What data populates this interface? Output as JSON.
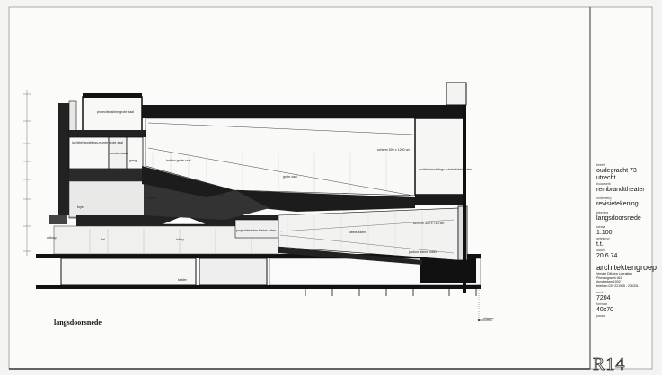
{
  "drawing": {
    "title": "langsdoorsnede",
    "sheet_code": "R14",
    "north_arrow_label": "uitgaan",
    "rooms": {
      "projectiekabine_grote_zaal": "projectiekabine grote zaal",
      "luchtbehandeling_grote_zaal": "luchtbehandelings-ruimte grote zaal",
      "kunstenaars": "kunste-naars",
      "gang": "gang",
      "balkon": "balkon grote zaal",
      "foyer1": "foyer",
      "foyer2": "foyer",
      "trap": "trap grote zaal",
      "hal": "hal",
      "lobby": "lobby",
      "entree": "uitloop",
      "projectiekabine_kleine_zalen": "projectiekabine kleine zalen",
      "grote_zaal": "grote zaal",
      "scherm_groot": "scherm 500 x 1200 cm",
      "podium_groot": "podium grote zaal",
      "luchtbehandeling_kleine_zalen": "luchtbehandelings-ruimte kleine zalen",
      "kleine_zalen": "kleine zalen",
      "scherm_klein": "scherm 300 x 710 cm",
      "podium_klein": "podium kleine zalen",
      "kelder": "kelder"
    }
  },
  "title_block": {
    "werk_label": "betreft",
    "werk": "oudegracht 73",
    "plaats": "utrecht",
    "bouwwerk_label": "bouwwerk",
    "bouwwerk": "rembrandttheater",
    "onderwerp_label": "onderwerp",
    "onderwerp": "revisietekening",
    "tekening_label": "tekening",
    "tekening": "langsdoorsnede",
    "schaal_label": "schaal",
    "schaal": "1:100",
    "getekend_label": "getekend",
    "getekend": "t.t.",
    "datum_label": "datum",
    "datum": "20.6.74",
    "bureau": "architektengroep",
    "bureau_sub": "Verster Dijkstra Loerakker",
    "adres1": "Prinsengracht 461",
    "adres2": "Amsterdam 1002",
    "telefoon": "telefoon 020 221965 - 236331",
    "nummer_label": "werk",
    "nummer": "7204",
    "formaat_label": "formaat",
    "formaat": "40x70",
    "paraaf_label": "paraaf"
  }
}
